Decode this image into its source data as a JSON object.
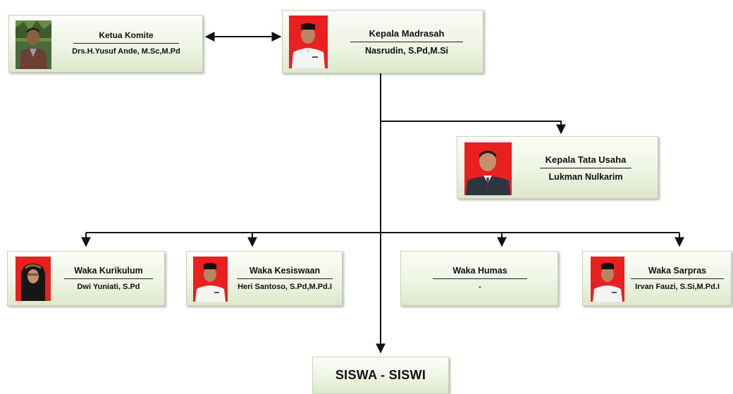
{
  "nodes": {
    "ketua_komite": {
      "role": "Ketua Komite",
      "name": "Drs.H.Yusuf Ande, M.Sc,M.Pd"
    },
    "kepala_madrasah": {
      "role": "Kepala Madrasah",
      "name": "Nasrudin, S.Pd,M.Si"
    },
    "kepala_tata_usaha": {
      "role": "Kepala Tata Usaha",
      "name": "Lukman Nulkarim"
    },
    "waka_kurikulum": {
      "role": "Waka Kurikulum",
      "name": "Dwi Yuniati, S.Pd"
    },
    "waka_kesiswaan": {
      "role": "Waka Kesiswaan",
      "name": "Heri Santoso, S.Pd,M.Pd.I"
    },
    "waka_humas": {
      "role": "Waka Humas",
      "name": "-"
    },
    "waka_sarpras": {
      "role": "Waka Sarpras",
      "name": "Irvan Fauzi, S.Si,M.Pd.I"
    },
    "siswa": {
      "label": "SISWA - SISWI"
    }
  },
  "colors": {
    "photo_background_red": "#e8201f",
    "photo_background_blue": "#1f3f9a",
    "connector": "#111111"
  }
}
